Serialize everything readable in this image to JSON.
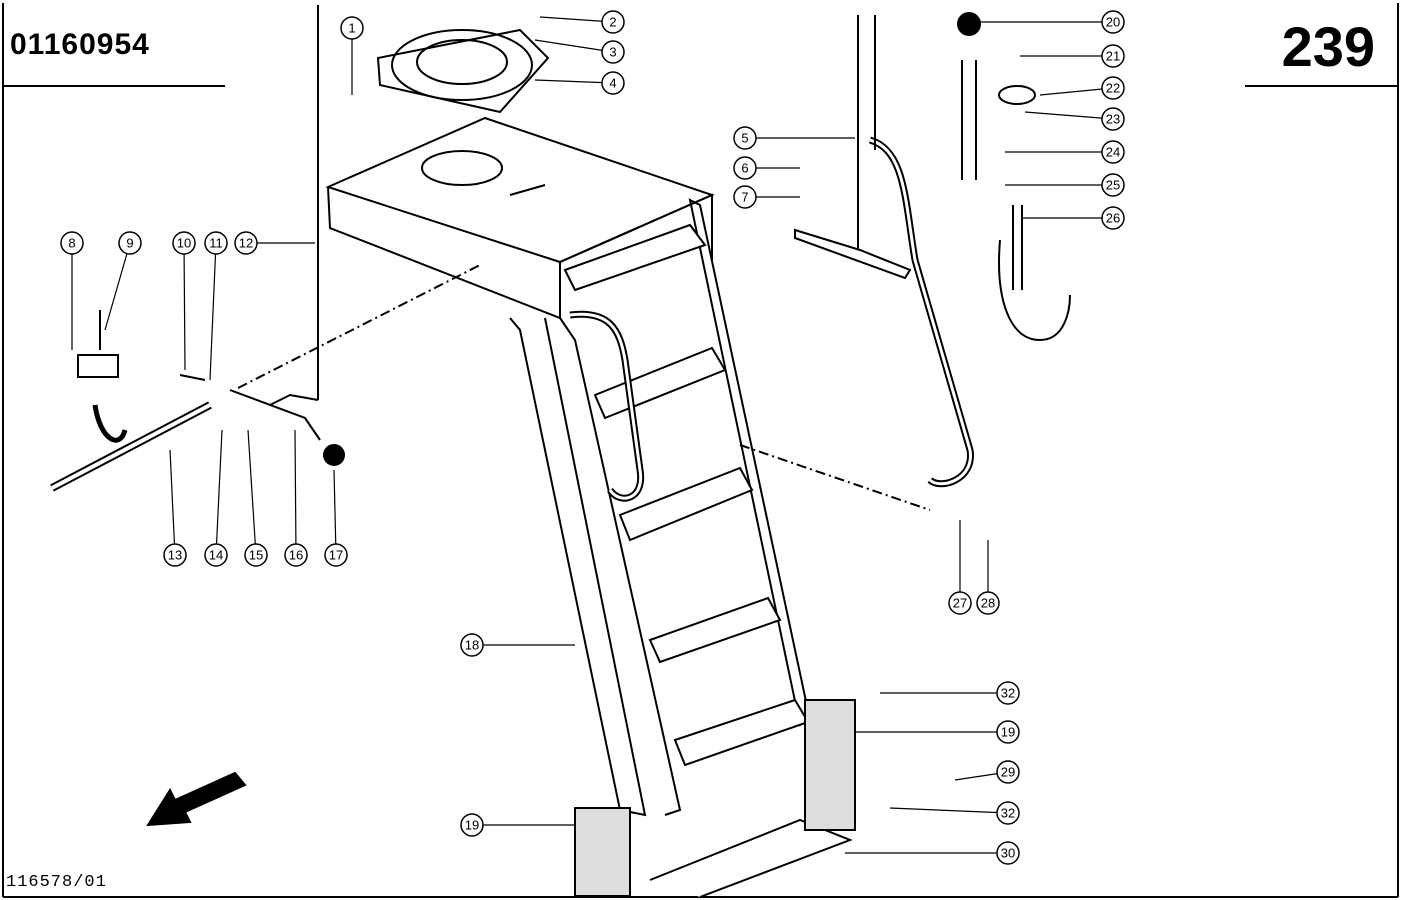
{
  "header": {
    "part_number": "01160954",
    "page_number": "239"
  },
  "footer": {
    "drawing_ref": "116578/01"
  },
  "callouts": [
    "1",
    "2",
    "3",
    "4",
    "5",
    "6",
    "7",
    "8",
    "9",
    "10",
    "11",
    "12",
    "13",
    "14",
    "15",
    "16",
    "17",
    "18",
    "19",
    "19",
    "20",
    "21",
    "22",
    "23",
    "24",
    "25",
    "26",
    "27",
    "28",
    "29",
    "30",
    "32",
    "32"
  ]
}
